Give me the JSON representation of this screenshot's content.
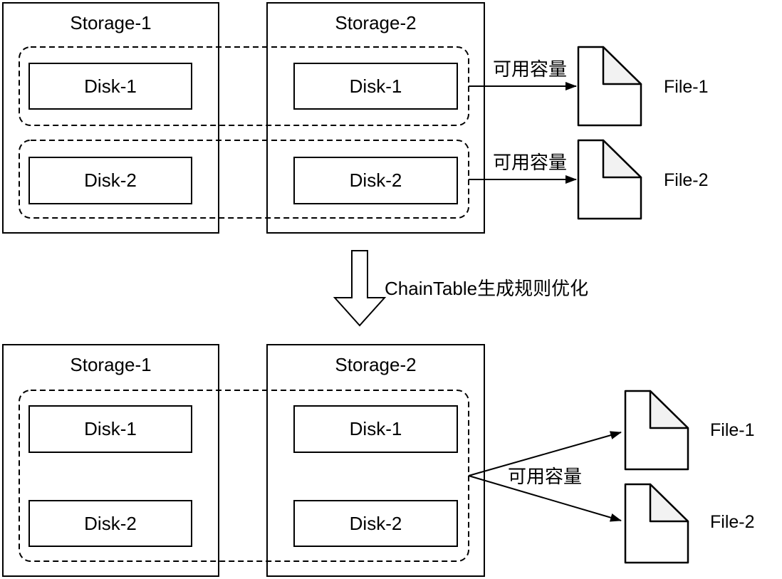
{
  "before": {
    "storage_1": {
      "title": "Storage-1",
      "disk_1": "Disk-1",
      "disk_2": "Disk-2"
    },
    "storage_2": {
      "title": "Storage-2",
      "disk_1": "Disk-1",
      "disk_2": "Disk-2"
    },
    "capacity_label_1": "可用容量",
    "capacity_label_2": "可用容量",
    "file_1": "File-1",
    "file_2": "File-2"
  },
  "transition": {
    "label": "ChainTable生成规则优化"
  },
  "after": {
    "storage_1": {
      "title": "Storage-1",
      "disk_1": "Disk-1",
      "disk_2": "Disk-2"
    },
    "storage_2": {
      "title": "Storage-2",
      "disk_1": "Disk-1",
      "disk_2": "Disk-2"
    },
    "capacity_label": "可用容量",
    "file_1": "File-1",
    "file_2": "File-2"
  },
  "icons": {
    "file": "file-icon",
    "down_arrow": "down-arrow-icon",
    "capacity_arrow": "arrow-right-icon"
  },
  "colors": {
    "stroke": "#000000",
    "background": "#ffffff",
    "file_fold": "#f2f2f2"
  }
}
